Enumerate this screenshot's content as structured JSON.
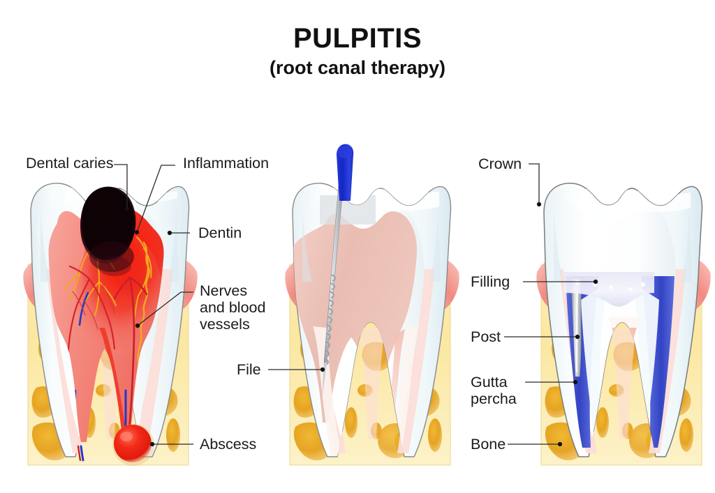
{
  "title": {
    "main": "PULPITIS",
    "subtitle": "(root canal therapy)"
  },
  "panels": [
    {
      "id": "panel-pulpitis",
      "name": "infected-tooth",
      "labels": [
        {
          "key": "dental_caries",
          "text": "Dental caries"
        },
        {
          "key": "inflammation",
          "text": "Inflammation"
        },
        {
          "key": "dentin",
          "text": "Dentin"
        },
        {
          "key": "nerves_blood_vessels",
          "text": "Nerves\nand blood\nvessels"
        },
        {
          "key": "abscess",
          "text": "Abscess"
        }
      ]
    },
    {
      "id": "panel-treatment",
      "name": "tooth-with-file",
      "labels": [
        {
          "key": "file",
          "text": "File"
        }
      ]
    },
    {
      "id": "panel-restored",
      "name": "restored-tooth",
      "labels": [
        {
          "key": "crown",
          "text": "Crown"
        },
        {
          "key": "filling",
          "text": "Filling"
        },
        {
          "key": "post",
          "text": "Post"
        },
        {
          "key": "gutta_percha",
          "text": "Gutta\npercha"
        },
        {
          "key": "bone",
          "text": "Bone"
        }
      ]
    }
  ],
  "labels": {
    "dental_caries": "Dental caries",
    "inflammation": "Inflammation",
    "dentin": "Dentin",
    "nerves_line1": "Nerves",
    "nerves_line2": "and blood",
    "nerves_line3": "vessels",
    "file": "File",
    "abscess": "Abscess",
    "crown": "Crown",
    "filling": "Filling",
    "post": "Post",
    "gutta_line1": "Gutta",
    "gutta_line2": "percha",
    "bone": "Bone"
  },
  "colors": {
    "background": "#ffffff",
    "text": "#1b1b1b",
    "leader_line": "#333333",
    "enamel": "#fbfdfe",
    "enamel_tint": "#e9f2f6",
    "enamel_outline": "#7d7d7d",
    "dentin": "#fdfdfd",
    "pulp_pink": "#f4978e",
    "pulp_inflamed": "#ee2b1f",
    "caries_dark": "#140306",
    "caries_maroon": "#43121c",
    "gum_pink": "#f08a82",
    "gum_light": "#fbd7d2",
    "bone_block": "#fbeaa7",
    "bone_trabecula": "#e5a01c",
    "abscess_red": "#ef2c20",
    "nerve_yellow": "#f3a81e",
    "artery_red": "#d6232a",
    "vein_blue": "#2439c8",
    "file_handle_blue": "#1d2fcf",
    "file_shaft": "#b9bcc0",
    "gutta_percha_blue": "#3c4cc6",
    "post_metal": "#a9adb4",
    "filling_white": "#f0f0fb"
  }
}
